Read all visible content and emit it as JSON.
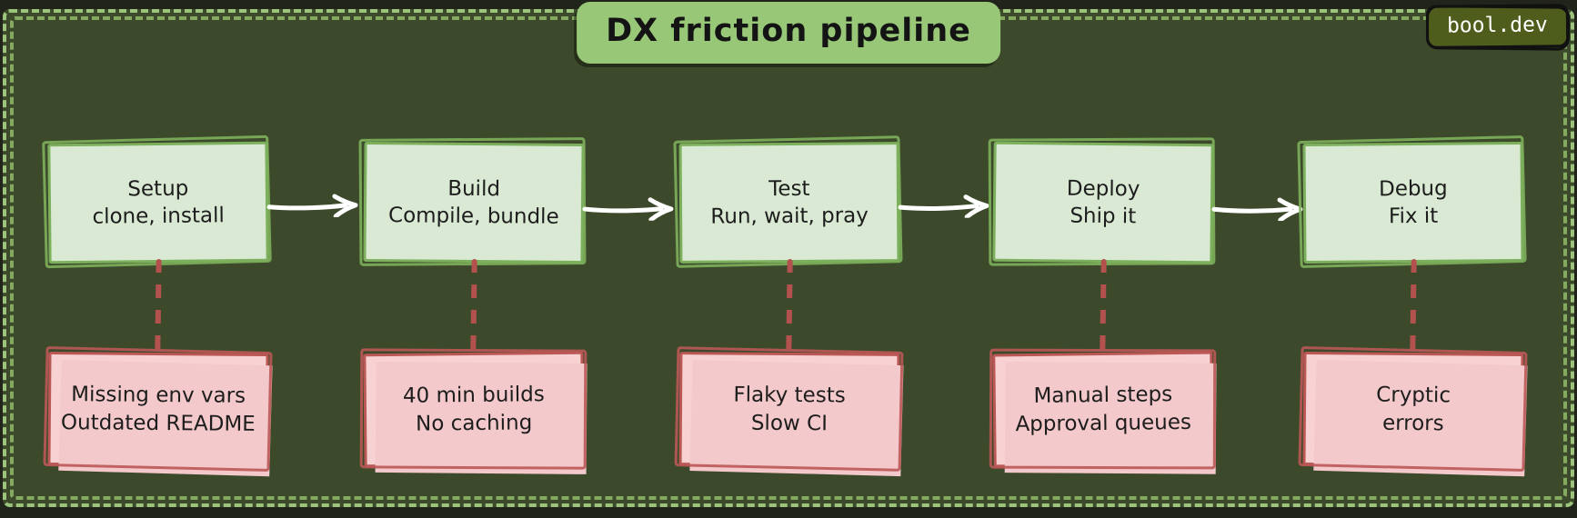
{
  "title": "DX friction pipeline",
  "brand": "bool.dev",
  "colors": {
    "page_background": "#20241a",
    "panel_background": "#3c4a2b",
    "frame_dash_green": "#9cc47c",
    "stage_fill": "#d9e9d3",
    "stage_border": "#7db05c",
    "friction_fill": "#f8d2d3",
    "friction_border": "#bb5856",
    "connector_red": "#b3514e",
    "arrow_white": "#ffffff",
    "title_fill": "#98c877",
    "badge_fill": "#4e5d1c",
    "text": "#1d1d1d"
  },
  "pipeline": {
    "stages": [
      {
        "label": "Setup",
        "sublabel": "clone, install",
        "friction_line1": "Missing env vars",
        "friction_line2": "Outdated README"
      },
      {
        "label": "Build",
        "sublabel": "Compile, bundle",
        "friction_line1": "40 min builds",
        "friction_line2": "No caching"
      },
      {
        "label": "Test",
        "sublabel": "Run, wait, pray",
        "friction_line1": "Flaky tests",
        "friction_line2": "Slow CI"
      },
      {
        "label": "Deploy",
        "sublabel": "Ship it",
        "friction_line1": "Manual steps",
        "friction_line2": "Approval queues"
      },
      {
        "label": "Debug",
        "sublabel": "Fix it",
        "friction_line1": "Cryptic",
        "friction_line2": "errors"
      }
    ]
  }
}
